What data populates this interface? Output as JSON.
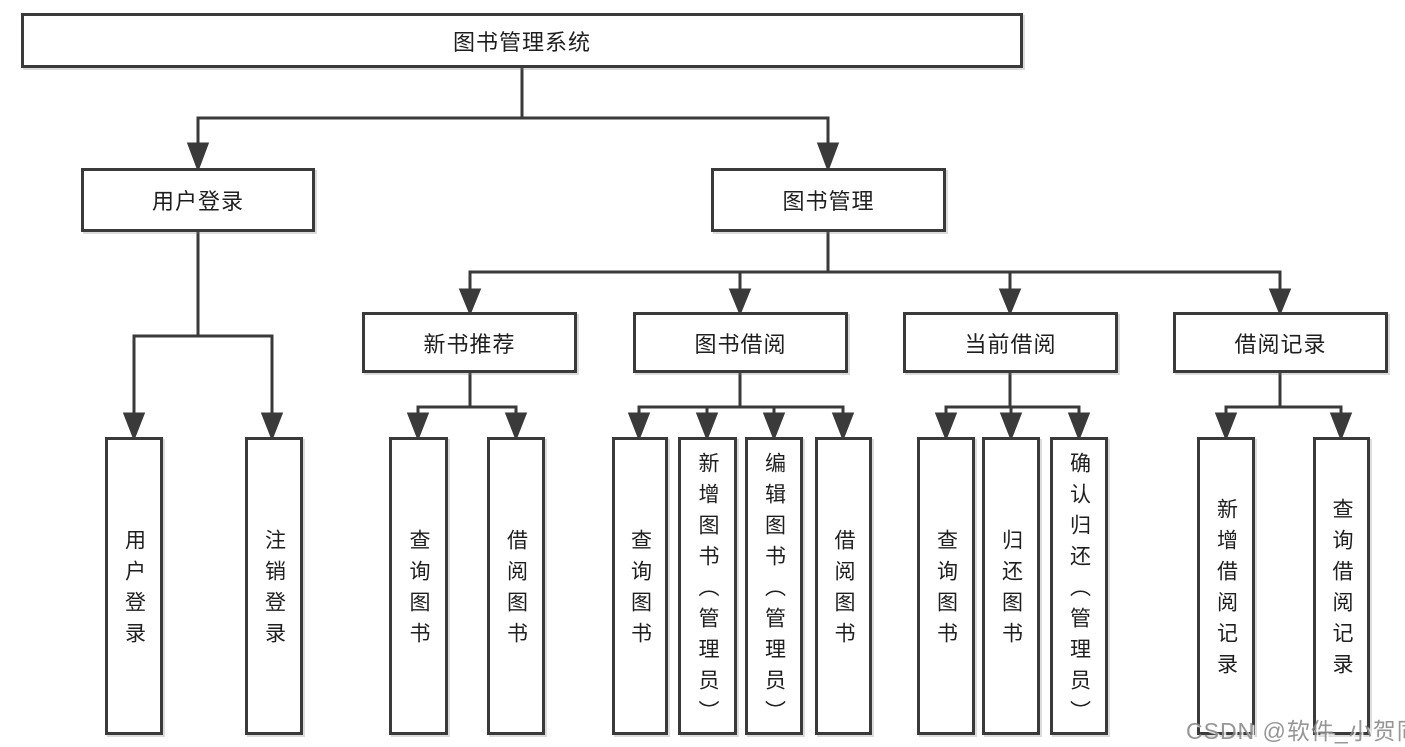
{
  "colors": {
    "background": "#ffffff",
    "line": "#3a3a3a",
    "box_border": "#3a3a3a",
    "text": "#1e1e1e",
    "watermark": "#878787"
  },
  "root": {
    "label": "图书管理系统"
  },
  "level2": [
    {
      "label": "用户登录"
    },
    {
      "label": "图书管理"
    }
  ],
  "level3": [
    {
      "label": "新书推荐"
    },
    {
      "label": "图书借阅"
    },
    {
      "label": "当前借阅"
    },
    {
      "label": "借阅记录"
    }
  ],
  "leaves": {
    "user_login": [
      "用户登录",
      "注销登录"
    ],
    "new_books": [
      "查询图书",
      "借阅图书"
    ],
    "book_borrow": [
      "查询图书",
      "新增图书（管理员）",
      "编辑图书（管理员）",
      "借阅图书"
    ],
    "current_borrow": [
      "查询图书",
      "归还图书",
      "确认归还（管理员）"
    ],
    "borrow_records": [
      "新增借阅记录",
      "查询借阅记录"
    ]
  },
  "watermark": "CSDN @软件_小贺同学"
}
